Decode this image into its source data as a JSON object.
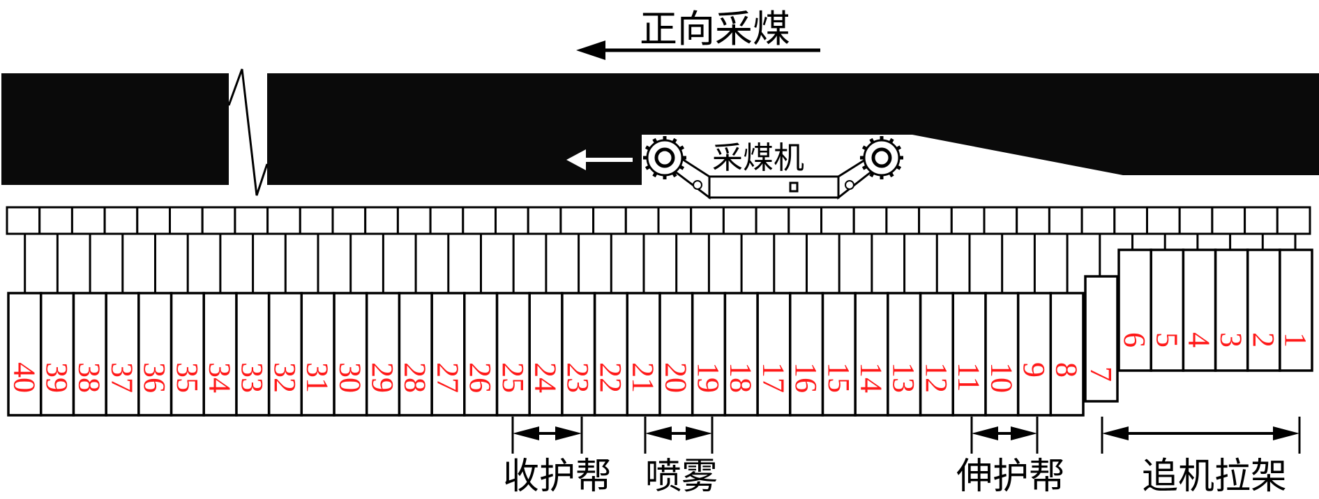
{
  "title": "正向采煤",
  "shearer_label": "采煤机",
  "operations": [
    {
      "label": "收护帮",
      "from_support": 25,
      "to_support": 23
    },
    {
      "label": "喷雾",
      "from_support": 21,
      "to_support": 19
    },
    {
      "label": "伸护帮",
      "from_support": 11,
      "to_support": 9
    },
    {
      "label": "追机拉架",
      "from_support": 7,
      "to_support": 1
    }
  ],
  "supports": {
    "count": 40,
    "numbers": [
      "1",
      "2",
      "3",
      "4",
      "5",
      "6",
      "7",
      "8",
      "9",
      "10",
      "11",
      "12",
      "13",
      "14",
      "15",
      "16",
      "17",
      "18",
      "19",
      "20",
      "21",
      "22",
      "23",
      "24",
      "25",
      "26",
      "27",
      "28",
      "29",
      "30",
      "31",
      "32",
      "33",
      "34",
      "35",
      "36",
      "37",
      "38",
      "39",
      "40"
    ],
    "advanced": [
      1,
      2,
      3,
      4,
      5,
      6
    ],
    "partially_advanced": [
      7
    ]
  },
  "colors": {
    "coal": "#0a0a0a",
    "support_number": "#ff1a1a",
    "line": "#000000"
  }
}
